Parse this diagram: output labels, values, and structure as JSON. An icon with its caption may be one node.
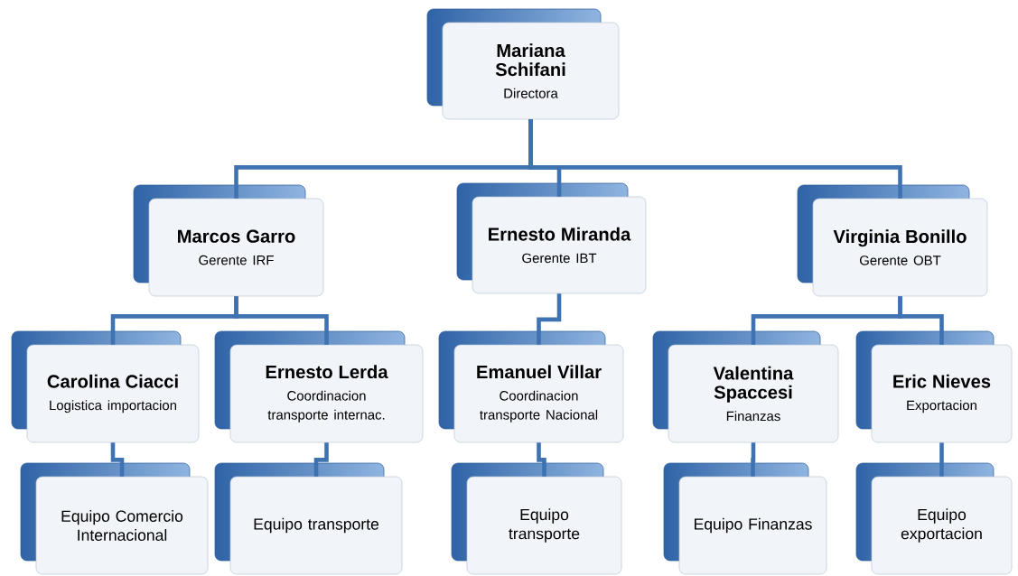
{
  "diagram": {
    "nodes": [
      {
        "text": [
          "Mariana Schifani",
          "Directora"
        ]
      },
      {
        "text": [
          "Marcos Garro",
          "Gerente IRF"
        ]
      },
      {
        "text": [
          "Ernesto Miranda",
          "Gerente IBT"
        ]
      },
      {
        "text": [
          "Virginia Bonillo",
          "Gerente OBT"
        ]
      },
      {
        "text": [
          "Carolina Ciacci",
          "Logistica importacion"
        ]
      },
      {
        "text": [
          "Ernesto Lerda",
          "Coordinacion transporte internac."
        ]
      },
      {
        "text": [
          "Emanuel Villar",
          "Coordinacion transporte Nacional"
        ]
      },
      {
        "text": [
          "Valentina Spaccesi",
          "Finanzas"
        ]
      },
      {
        "text": [
          "Eric Nieves",
          "Exportacion"
        ]
      },
      {
        "text": [
          "Equipo Comercio Internacional"
        ]
      },
      {
        "text": [
          "Equipo transporte"
        ]
      },
      {
        "text": [
          "Equipo transporte"
        ]
      },
      {
        "text": [
          "Equipo Finanzas"
        ]
      },
      {
        "text": [
          "Equipo exportacion"
        ]
      }
    ],
    "edges": [
      {
        "from": 0,
        "to": 1,
        "arrow": "none"
      },
      {
        "from": 0,
        "to": 2,
        "arrow": "none"
      },
      {
        "from": 0,
        "to": 3,
        "arrow": "none"
      },
      {
        "from": 1,
        "to": 4,
        "arrow": "none"
      },
      {
        "from": 1,
        "to": 5,
        "arrow": "none"
      },
      {
        "from": 2,
        "to": 6,
        "arrow": "none"
      },
      {
        "from": 3,
        "to": 7,
        "arrow": "none"
      },
      {
        "from": 3,
        "to": 8,
        "arrow": "none"
      },
      {
        "from": 4,
        "to": 9,
        "arrow": "none"
      },
      {
        "from": 5,
        "to": 10,
        "arrow": "none"
      },
      {
        "from": 6,
        "to": 11,
        "arrow": "none"
      },
      {
        "from": 7,
        "to": 12,
        "arrow": "none"
      },
      {
        "from": 8,
        "to": 13,
        "arrow": "none"
      }
    ]
  }
}
